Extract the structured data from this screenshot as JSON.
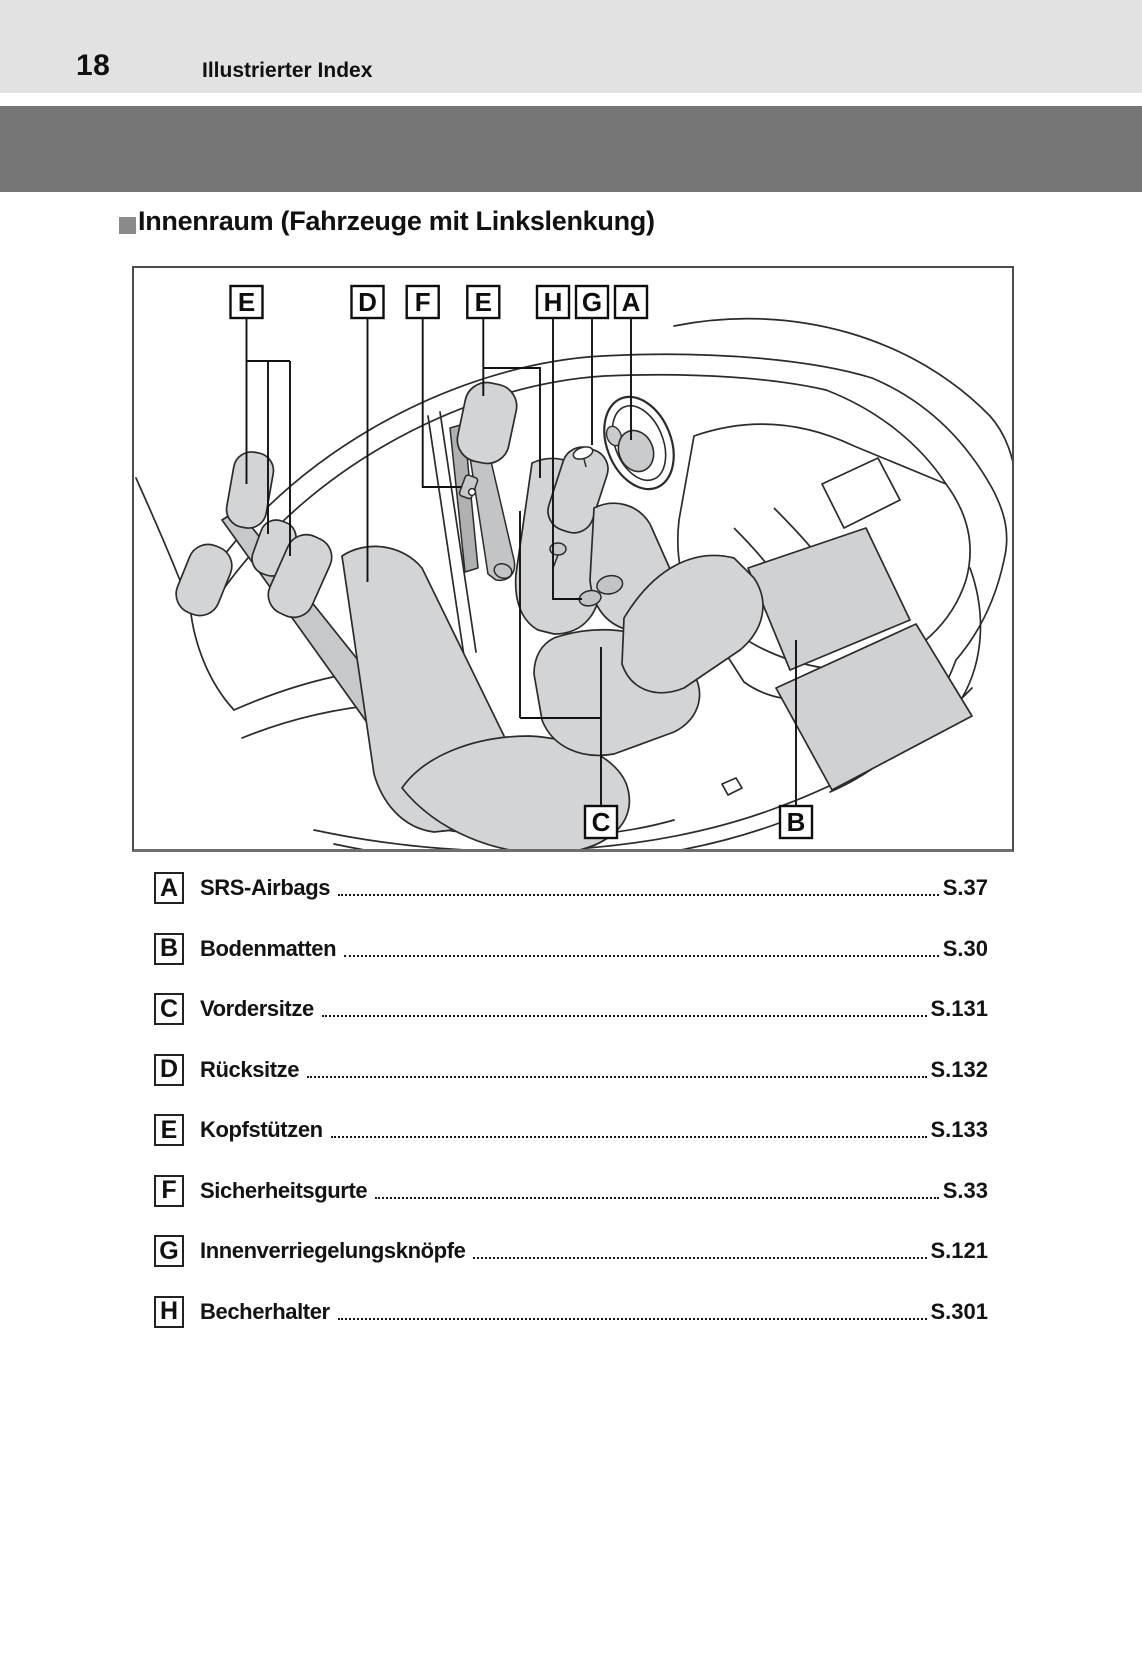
{
  "page": {
    "number": "18",
    "header_title": "Illustrierter Index"
  },
  "section": {
    "title": "Innenraum (Fahrzeuge mit Linkslenkung)"
  },
  "diagram": {
    "callouts_top": [
      {
        "letter": "E"
      },
      {
        "letter": "D"
      },
      {
        "letter": "F"
      },
      {
        "letter": "E"
      },
      {
        "letter": "H"
      },
      {
        "letter": "G"
      },
      {
        "letter": "A"
      }
    ],
    "callouts_bottom": [
      {
        "letter": "C"
      },
      {
        "letter": "B"
      }
    ]
  },
  "index": {
    "items": [
      {
        "key": "A",
        "label": "SRS-Airbags",
        "page": "S.37"
      },
      {
        "key": "B",
        "label": "Bodenmatten",
        "page": "S.30"
      },
      {
        "key": "C",
        "label": "Vordersitze",
        "page": "S.131"
      },
      {
        "key": "D",
        "label": "Rücksitze",
        "page": "S.132"
      },
      {
        "key": "E",
        "label": "Kopfstützen",
        "page": "S.133"
      },
      {
        "key": "F",
        "label": "Sicherheitsgurte",
        "page": "S.33"
      },
      {
        "key": "G",
        "label": "Innenverriegelungsknöpfe",
        "page": "S.121"
      },
      {
        "key": "H",
        "label": "Becherhalter",
        "page": "S.301"
      }
    ]
  },
  "colors": {
    "header_band": "#e2e2e2",
    "chapter_banner": "#767676",
    "title_bullet": "#8a8a8a",
    "seat_fill": "#d2d4d5",
    "outline": "#2b2b2b"
  }
}
